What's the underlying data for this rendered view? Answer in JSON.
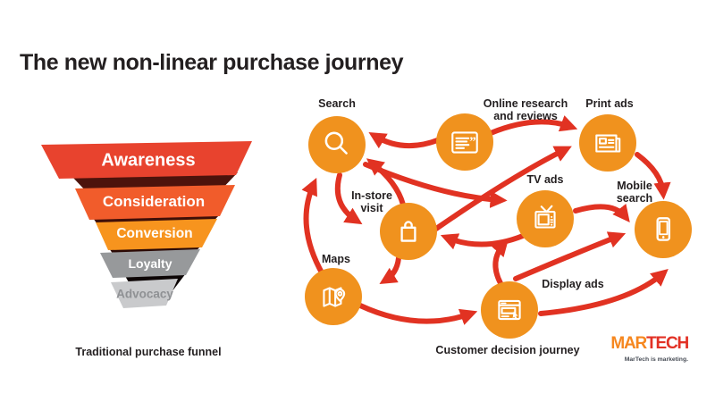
{
  "title": "The new non-linear purchase journey",
  "colors": {
    "node_orange": "#F0921E",
    "arrow_red": "#E13222",
    "text_dark": "#231F20"
  },
  "funnel": {
    "caption": "Traditional purchase funnel",
    "stages": [
      {
        "label": "Awareness",
        "color": "#E8432E"
      },
      {
        "label": "Consideration",
        "color": "#F15C2B"
      },
      {
        "label": "Conversion",
        "color": "#F7941E"
      },
      {
        "label": "Loyalty",
        "color": "#97999B"
      },
      {
        "label": "Advocacy",
        "color": "#C9CACC"
      }
    ]
  },
  "journey": {
    "caption": "Customer decision journey",
    "nodes": [
      {
        "id": "search",
        "label": "Search",
        "icon": "magnifier-icon"
      },
      {
        "id": "online-research",
        "label": "Online research\nand reviews",
        "icon": "reviews-icon"
      },
      {
        "id": "print-ads",
        "label": "Print ads",
        "icon": "newspaper-icon"
      },
      {
        "id": "in-store-visit",
        "label": "In-store\nvisit",
        "icon": "shopping-bag-icon"
      },
      {
        "id": "tv-ads",
        "label": "TV ads",
        "icon": "tv-icon"
      },
      {
        "id": "mobile-search",
        "label": "Mobile\nsearch",
        "icon": "smartphone-icon"
      },
      {
        "id": "maps",
        "label": "Maps",
        "icon": "map-icon"
      },
      {
        "id": "display-ads",
        "label": "Display ads",
        "icon": "display-ad-icon"
      }
    ],
    "connections": [
      [
        "online-research",
        "search"
      ],
      [
        "search",
        "in-store-visit"
      ],
      [
        "in-store-visit",
        "search"
      ],
      [
        "maps",
        "search"
      ],
      [
        "in-store-visit",
        "maps"
      ],
      [
        "maps",
        "display-ads"
      ],
      [
        "display-ads",
        "tv-ads"
      ],
      [
        "tv-ads",
        "in-store-visit"
      ],
      [
        "search",
        "tv-ads"
      ],
      [
        "in-store-visit",
        "print-ads"
      ],
      [
        "online-research",
        "print-ads"
      ],
      [
        "print-ads",
        "mobile-search"
      ],
      [
        "tv-ads",
        "mobile-search"
      ],
      [
        "display-ads",
        "mobile-search"
      ],
      [
        "display-ads",
        "mobile-search-lower"
      ]
    ]
  },
  "logo": {
    "wordmark_left": "MAR",
    "wordmark_right": "TECH",
    "tagline": "MarTech is marketing."
  }
}
